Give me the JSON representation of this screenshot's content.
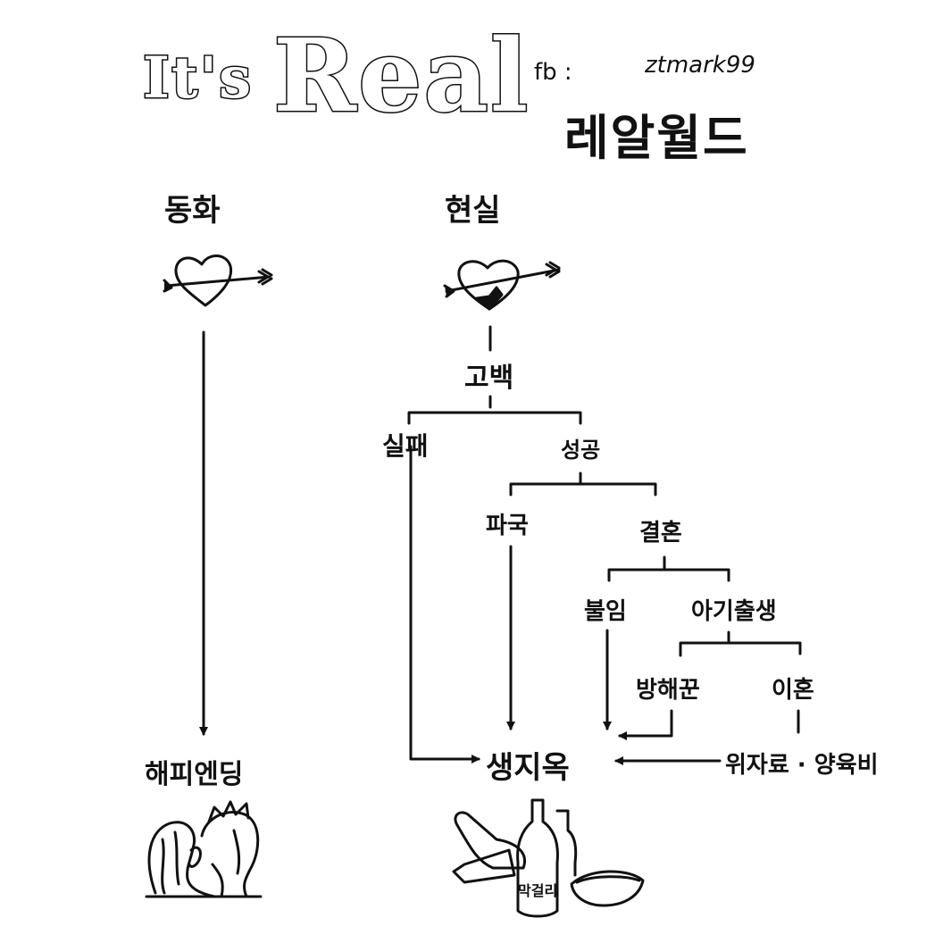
{
  "header": {
    "title_prefix": "It's",
    "title_main": "Real",
    "fb_label": "fb :",
    "fb_handle": "ztmark99",
    "subtitle": "레알월드"
  },
  "columns": {
    "fairytale": "동화",
    "reality": "현실"
  },
  "nodes": {
    "happy_ending": "해피엔딩",
    "confession": "고백",
    "fail": "실패",
    "success": "성공",
    "breakup": "파국",
    "marriage": "결혼",
    "infertility": "불임",
    "baby_birth": "아기출생",
    "obstacle": "방해꾼",
    "divorce": "이혼",
    "living_hell": "생지옥",
    "alimony": "위자료 · 양육비"
  },
  "illustrations": {
    "bottle_label": "막걸리"
  },
  "colors": {
    "ink": "#111111",
    "paper": "#ffffff"
  }
}
